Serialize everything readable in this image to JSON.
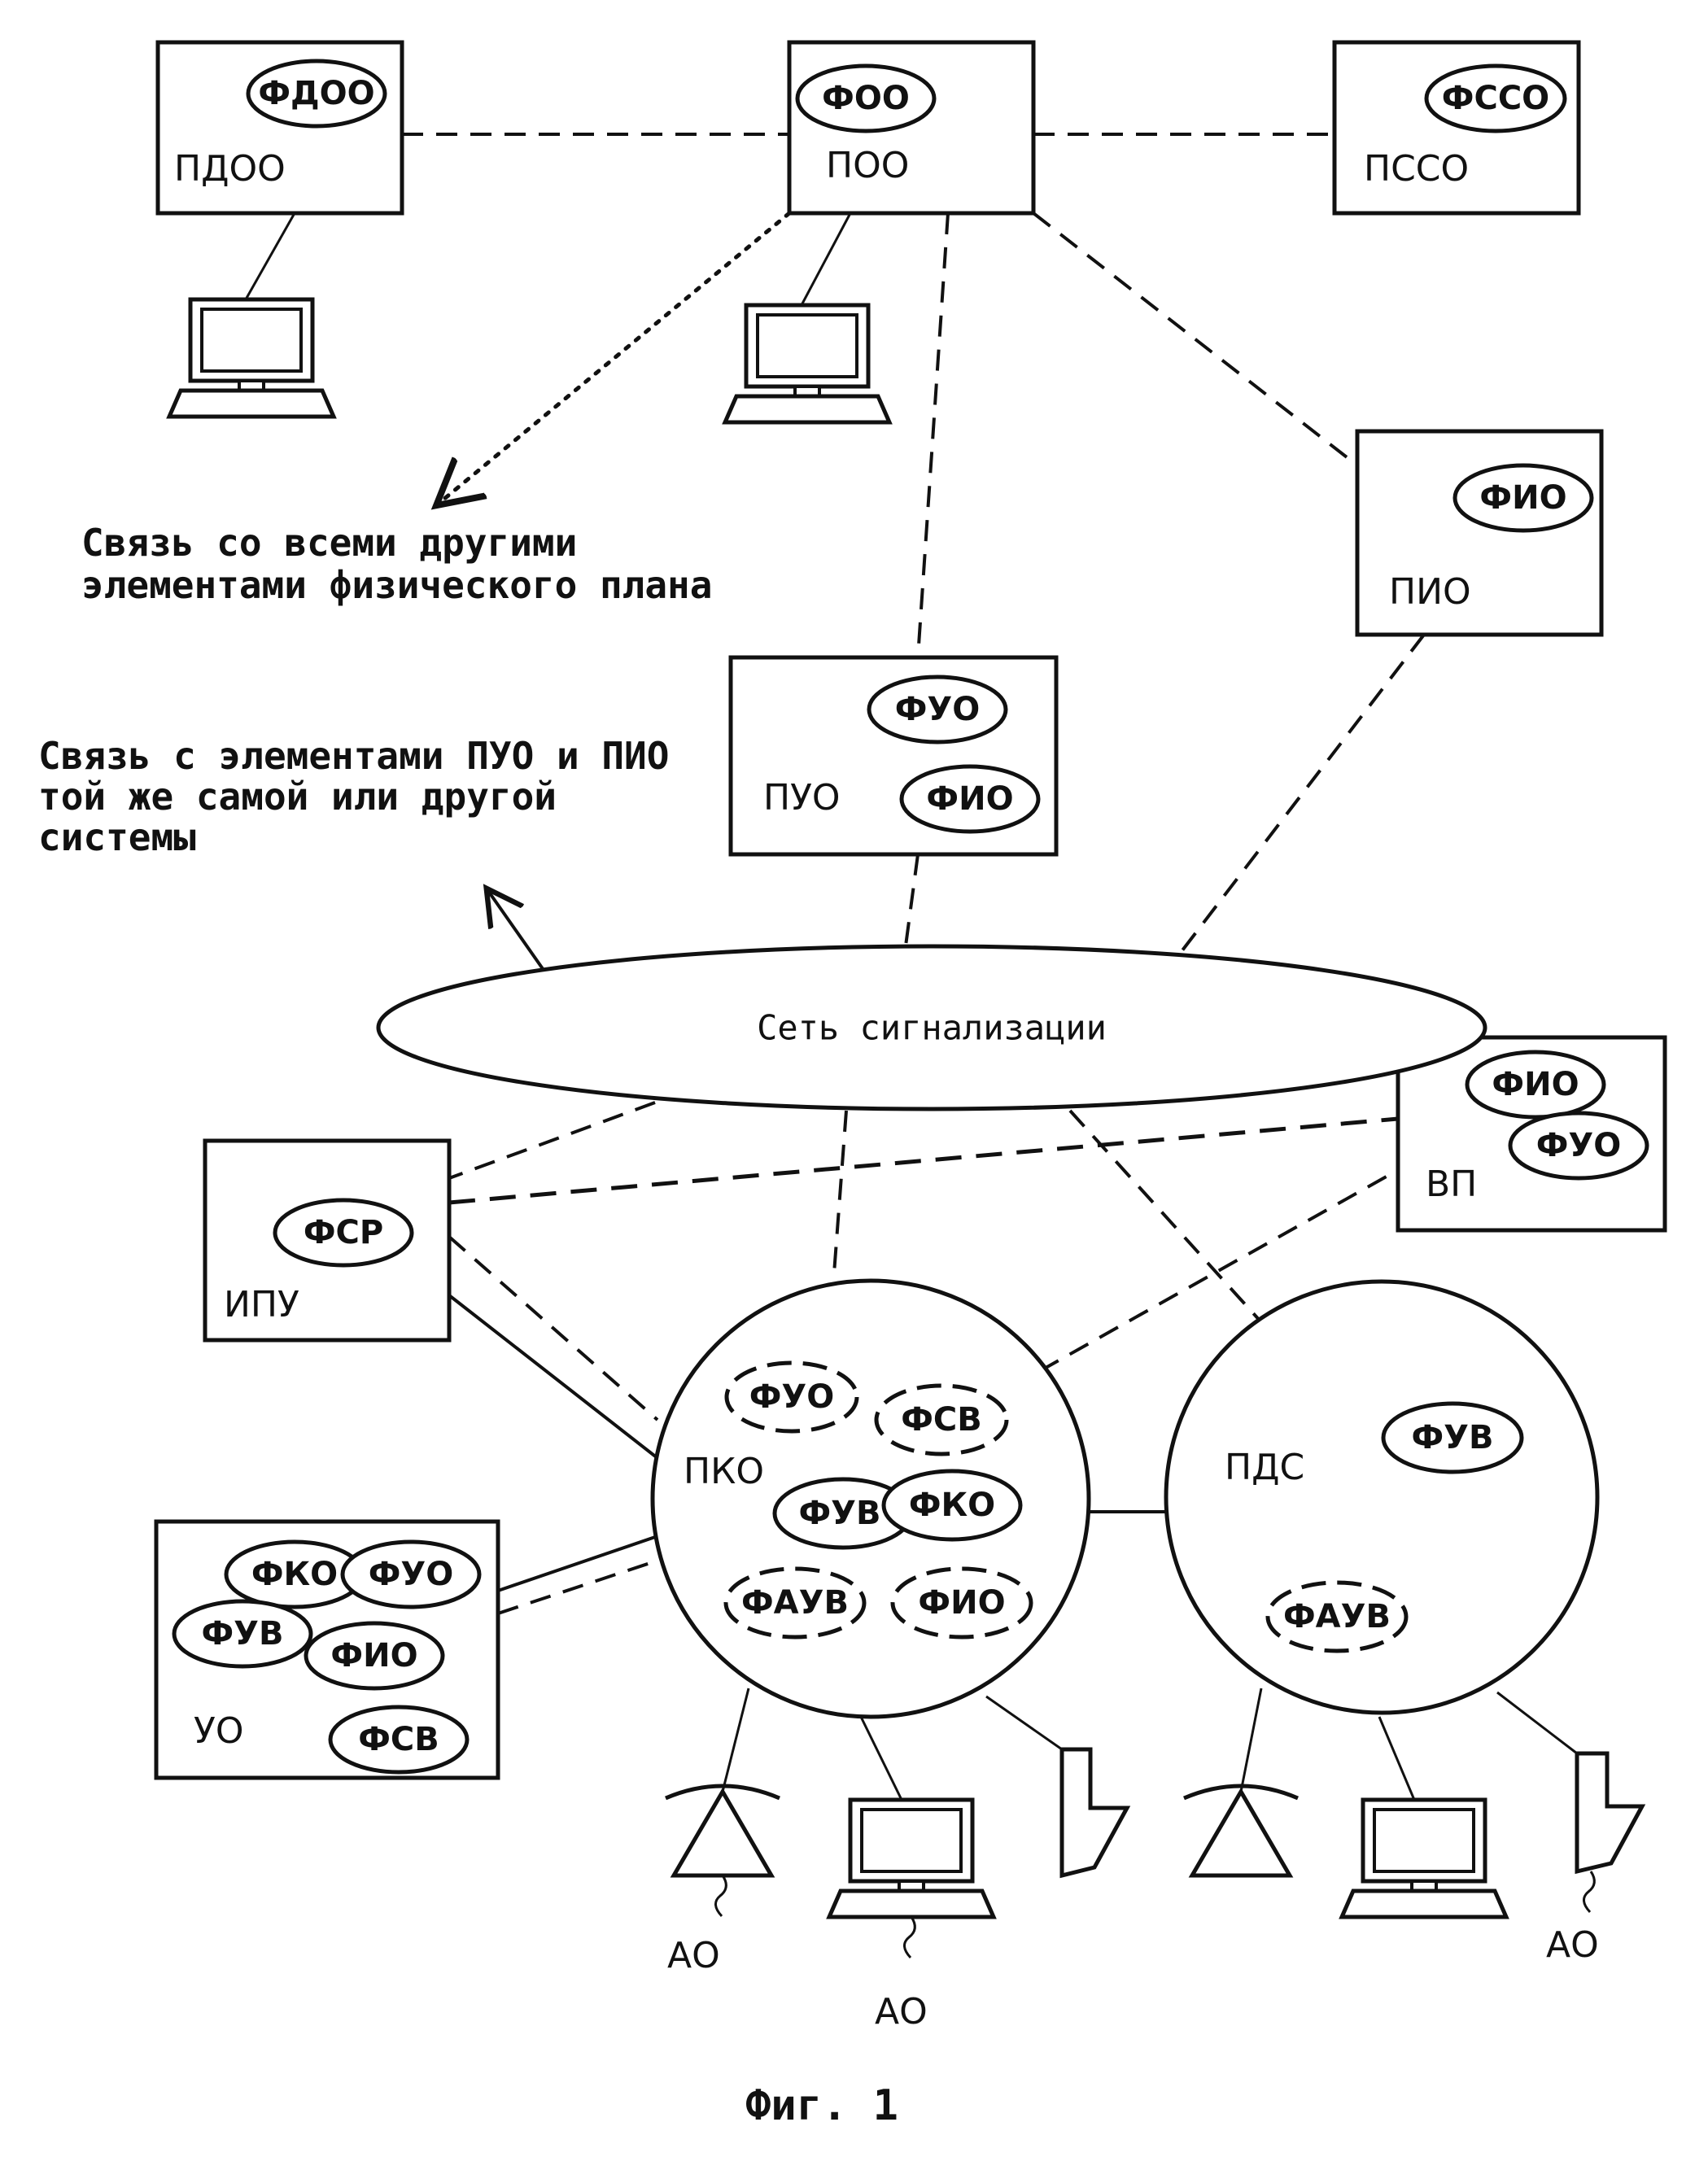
{
  "nodes": {
    "pdoo": {
      "label": "ПДОО",
      "functions": [
        "ФДОО"
      ]
    },
    "poo": {
      "label": "ПОО",
      "functions": [
        "ФОО"
      ]
    },
    "psso": {
      "label": "ПССО",
      "functions": [
        "ФССО"
      ]
    },
    "pio": {
      "label": "ПИО",
      "functions": [
        "ФИО"
      ]
    },
    "puo": {
      "label": "ПУО",
      "functions": [
        "ФУО",
        "ФИО"
      ]
    },
    "vp": {
      "label": "ВП",
      "functions": [
        "ФИО",
        "ФУО"
      ]
    },
    "ipu": {
      "label": "ИПУ",
      "functions": [
        "ФСР"
      ]
    },
    "uo": {
      "label": "УО",
      "functions": [
        "ФКО",
        "ФУО",
        "ФУВ",
        "ФИО",
        "ФСВ"
      ]
    },
    "pko": {
      "label": "ПКО",
      "functions": [
        "ФУО",
        "ФСВ",
        "ФУВ",
        "ФКО",
        "ФАУВ",
        "ФИО"
      ]
    },
    "pds": {
      "label": "ПДС",
      "functions": [
        "ФУВ",
        "ФАУВ"
      ]
    }
  },
  "signaling_network": {
    "label": "Сеть сигнализации"
  },
  "notes": {
    "all_elements": [
      "Связь со всеми другими",
      "элементами физического плана"
    ],
    "puo_pio": [
      "Связь с элементами ПУО и ПИО",
      "той же самой или другой",
      "системы"
    ]
  },
  "subscriber_labels": [
    "АО",
    "АО",
    "АО"
  ],
  "caption": "Фиг. 1"
}
